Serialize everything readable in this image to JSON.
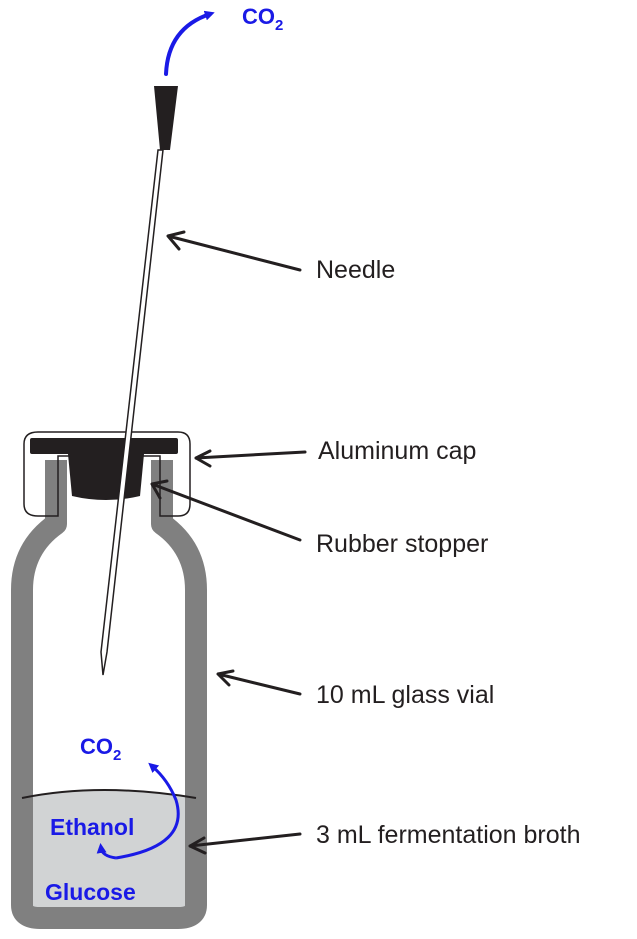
{
  "diagram": {
    "top_gas": {
      "main": "CO",
      "subscript": "2"
    },
    "labels": {
      "needle": "Needle",
      "aluminum_cap": "Aluminum cap",
      "rubber_stopper": "Rubber stopper",
      "glass_vial": "10 mL glass vial",
      "broth": "3 mL fermentation broth"
    },
    "reaction": {
      "gas": {
        "main": "CO",
        "subscript": "2"
      },
      "product": "Ethanol",
      "substrate": "Glucose"
    }
  },
  "colors": {
    "line": "#231f20",
    "glass": "#808080",
    "broth": "#d1d3d4",
    "stopper": "#231f20",
    "chemistry": "#1a1ae6"
  }
}
